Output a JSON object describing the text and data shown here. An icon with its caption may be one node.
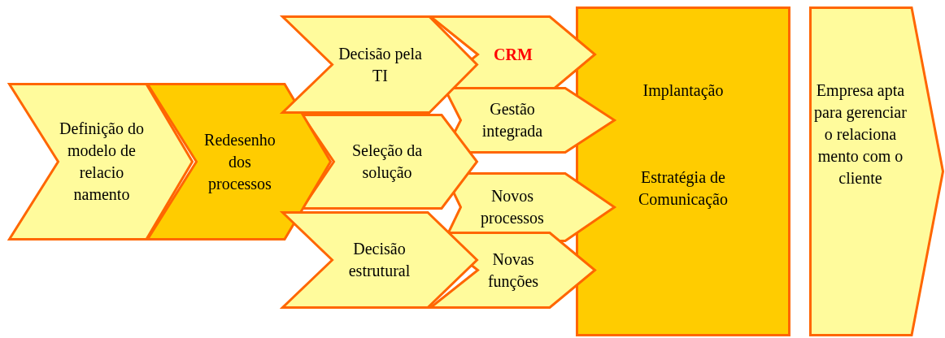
{
  "diagram": {
    "nodes": [
      {
        "text": [
          "Definição do modelo de relacio namento"
        ]
      },
      {
        "text": [
          "Redesenho dos processos"
        ]
      },
      {
        "text": [
          "Decisão pela TI"
        ]
      },
      {
        "text": [
          "Seleção da solução"
        ]
      },
      {
        "text": [
          "Decisão estrutural"
        ]
      },
      {
        "text": [
          "CRM"
        ]
      },
      {
        "text": [
          "Gestão integrada"
        ]
      },
      {
        "text": [
          "Novos processos"
        ]
      },
      {
        "text": [
          "Novas funções"
        ]
      },
      {
        "text": [
          "Implantação",
          "Estratégia de Comunicação"
        ]
      },
      {
        "text": [
          "Empresa apta para gerenciar o relaciona mento com o cliente"
        ]
      }
    ]
  }
}
